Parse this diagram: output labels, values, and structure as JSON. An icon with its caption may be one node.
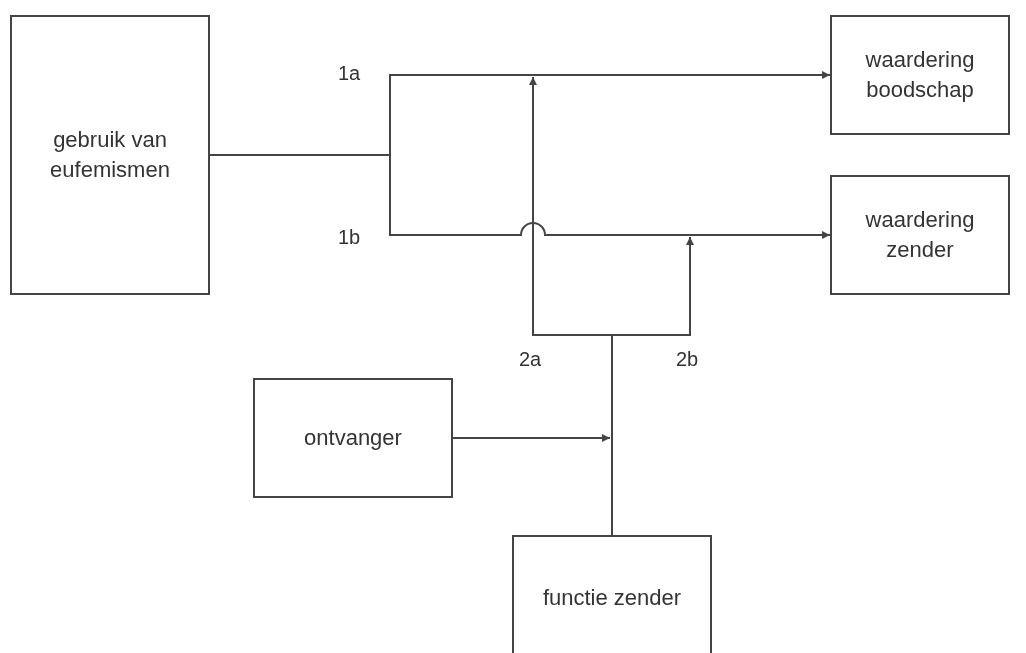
{
  "diagram": {
    "nodes": [
      {
        "text": [
          "gebruik van eufemismen"
        ]
      },
      {
        "text": [
          "waardering boodschap"
        ]
      },
      {
        "text": [
          "waardering zender"
        ]
      },
      {
        "text": [
          "ontvanger"
        ]
      },
      {
        "text": [
          "functie zender"
        ]
      }
    ],
    "edges": [
      {
        "from": 0,
        "to": 1,
        "arrow": "to",
        "label": "1a"
      },
      {
        "from": 0,
        "to": 2,
        "arrow": "to",
        "label": "1b"
      },
      {
        "from": 4,
        "to": null,
        "arrow": "to",
        "label": "2a"
      },
      {
        "from": 4,
        "to": null,
        "arrow": "to",
        "label": "2b"
      },
      {
        "from": 3,
        "to": null,
        "arrow": "to"
      }
    ]
  }
}
